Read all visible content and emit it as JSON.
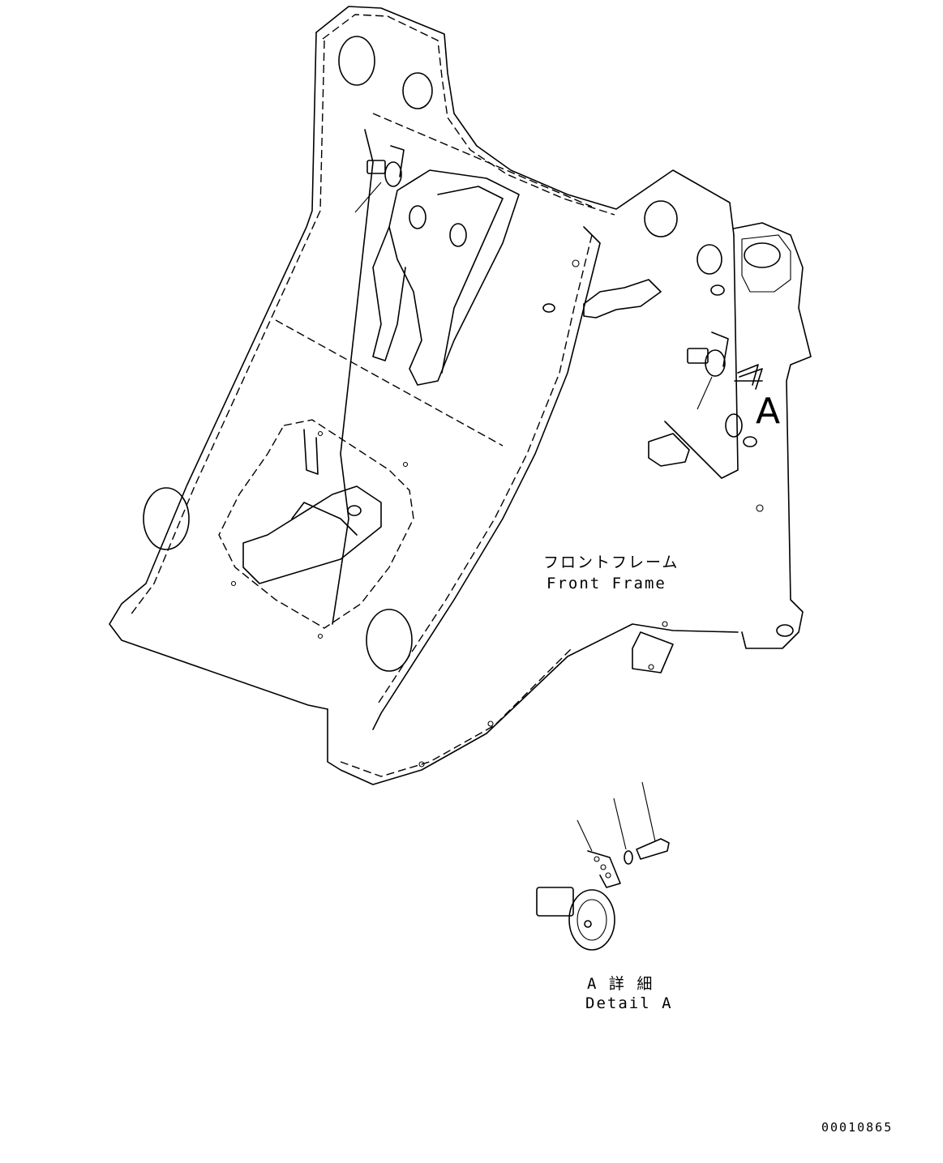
{
  "labels": {
    "frame_jp": "フロントフレーム",
    "frame_en": "Front Frame",
    "detail_marker": "A",
    "detail_jp": "A 詳 細",
    "detail_en": "Detail A",
    "drawing_code": "00010865"
  }
}
